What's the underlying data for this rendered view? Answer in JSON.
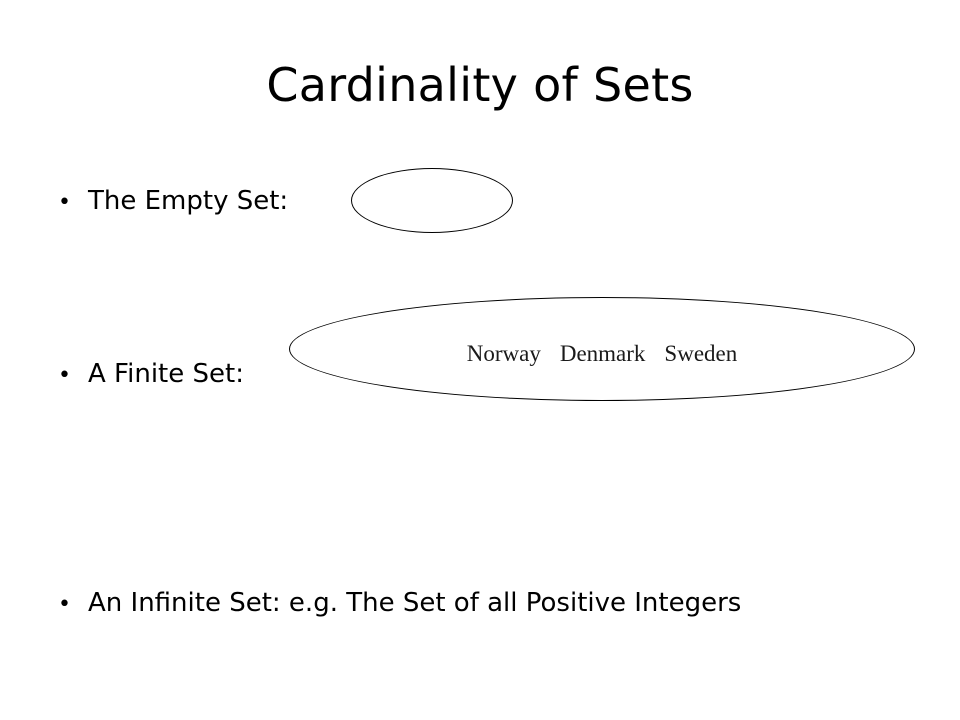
{
  "slide": {
    "title": "Cardinality of Sets",
    "bullet_char": "•",
    "bullets": [
      {
        "label": "The Empty Set:"
      },
      {
        "label": "A Finite Set:"
      },
      {
        "label": "An Infinite Set: e.g. The Set of all Positive Integers"
      }
    ],
    "finite_set_members": [
      "Norway",
      "Denmark",
      "Sweden"
    ]
  }
}
